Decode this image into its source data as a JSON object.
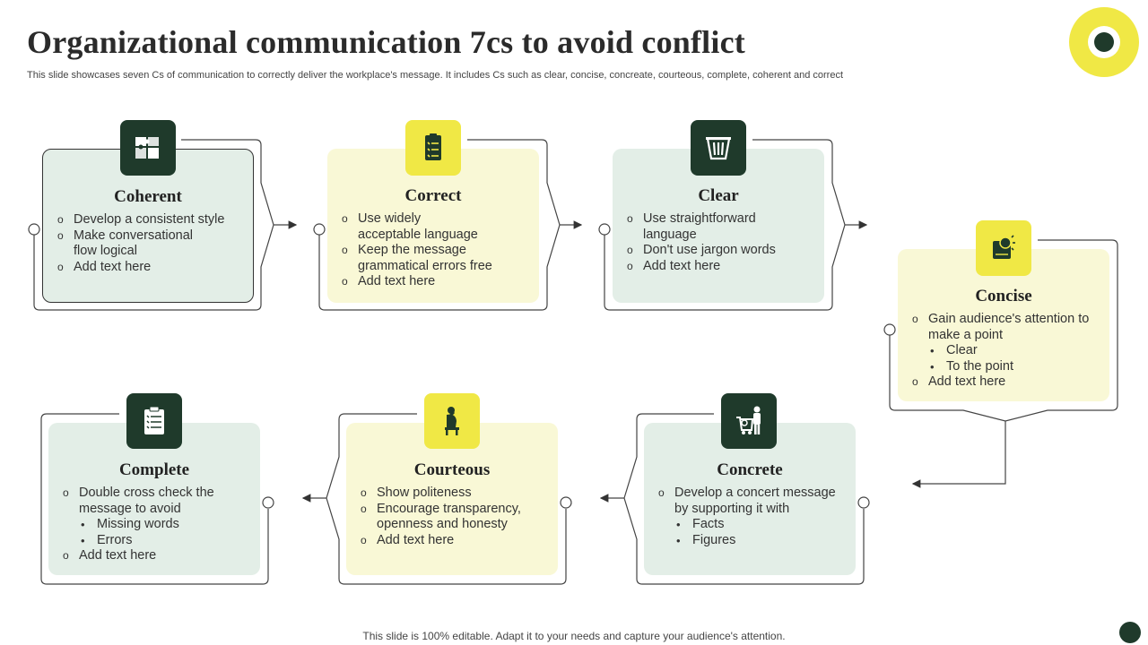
{
  "title": "Organizational communication 7cs to avoid conflict",
  "subtitle": "This slide showcases seven Cs of communication to correctly deliver the workplace's message. It includes Cs such as clear, concise, concreate, courteous, complete, coherent and correct",
  "footer": "This slide is 100% editable. Adapt it to your needs and capture your audience's attention.",
  "cards": {
    "coherent": {
      "title": "Coherent",
      "icon": "puzzle-icon",
      "items": [
        "Develop a consistent style",
        "Make conversational flow logical",
        "Add text here"
      ]
    },
    "correct": {
      "title": "Correct",
      "icon": "checklist-icon",
      "items": [
        "Use widely acceptable language",
        "Keep the message grammatical errors free",
        "Add text here"
      ]
    },
    "clear": {
      "title": "Clear",
      "icon": "trash-bin-icon",
      "items": [
        "Use straightforward language",
        "Don't use jargon words",
        "Add text here"
      ]
    },
    "concise": {
      "title": "Concise",
      "icon": "book-lightbulb-icon",
      "items": [
        "Gain audience's attention to make a point",
        "Clear",
        "To the point",
        "Add text here"
      ]
    },
    "concrete": {
      "title": "Concrete",
      "icon": "person-cart-icon",
      "items": [
        "Develop a concert message by supporting it with",
        "Facts",
        "Figures"
      ]
    },
    "courteous": {
      "title": "Courteous",
      "icon": "thinking-person-icon",
      "items": [
        "Show politeness",
        "Encourage transparency, openness and honesty",
        "Add text here"
      ]
    },
    "complete": {
      "title": "Complete",
      "icon": "clipboard-icon",
      "items": [
        "Double cross check the message to avoid",
        "Missing words",
        "Errors",
        "Add text here"
      ]
    }
  },
  "colors": {
    "dark_green": "#1f3a2b",
    "yellow": "#f0e845",
    "light_green": "#e3eee7",
    "light_yellow": "#f9f8d6"
  }
}
